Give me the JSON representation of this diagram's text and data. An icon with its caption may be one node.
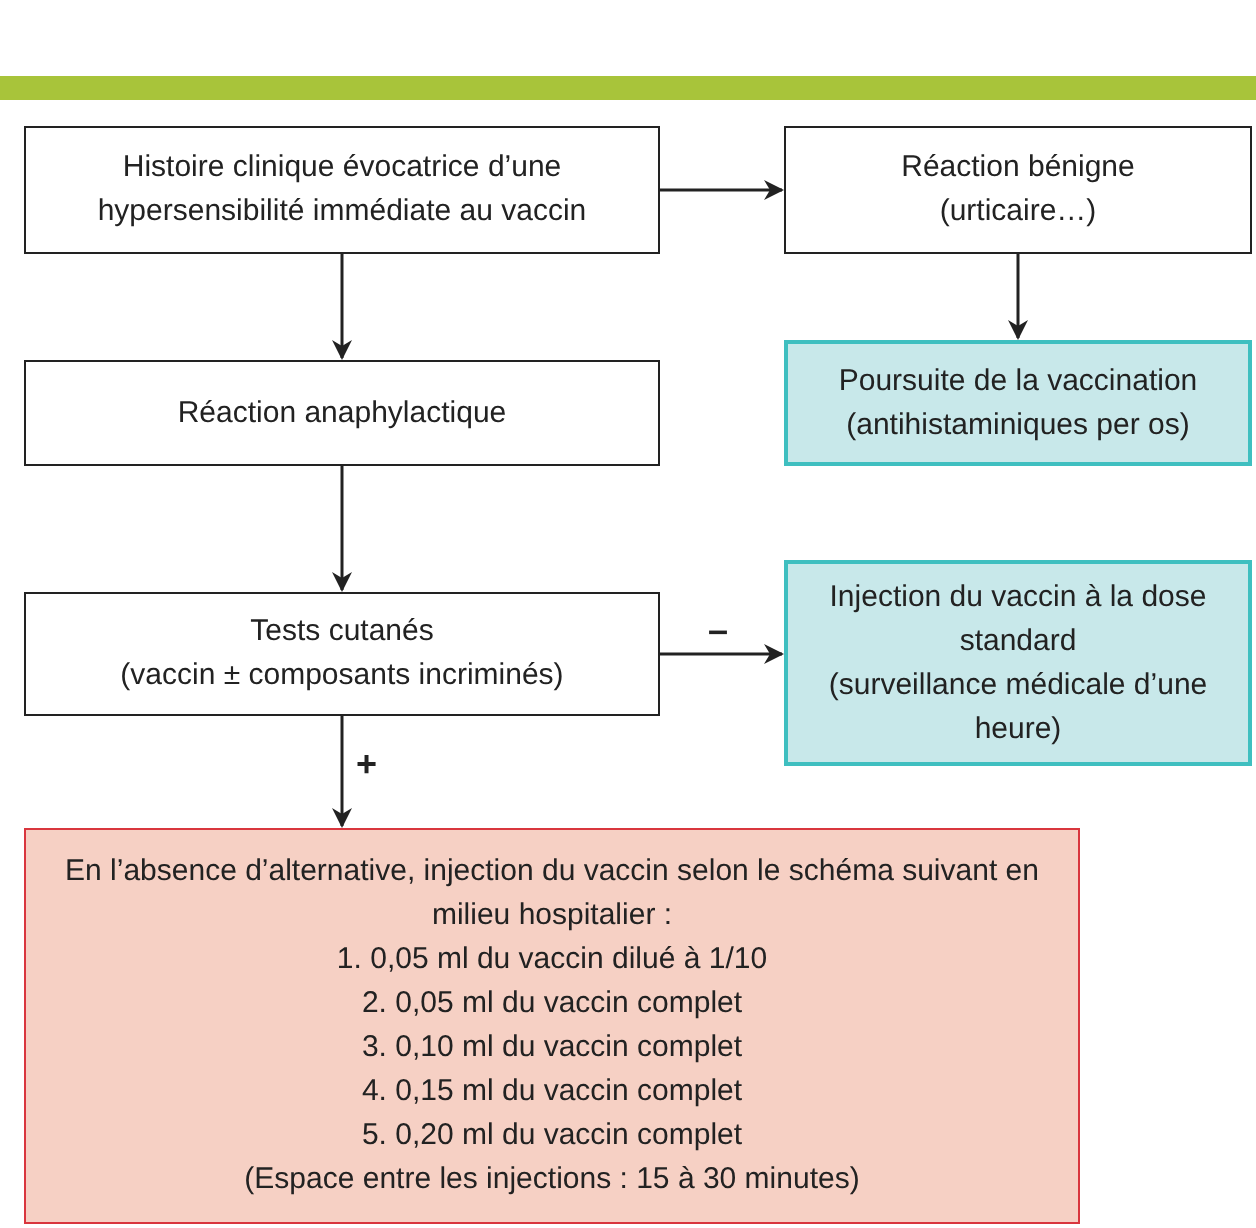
{
  "diagram": {
    "nodes": [
      {
        "text": [
          "Histoire clinique évocatrice d’une hypersensibilité immédiate au vaccin"
        ]
      },
      {
        "text": [
          "Réaction bénigne",
          "(urticaire…)"
        ]
      },
      {
        "text": [
          "Poursuite de la vaccination",
          "(antihistaminiques per os)"
        ]
      },
      {
        "text": [
          "Réaction anaphylactique"
        ]
      },
      {
        "text": [
          "Tests cutanés",
          "(vaccin ± composants incriminés)"
        ]
      },
      {
        "text": [
          "Injection du vaccin à la dose standard",
          "(surveillance médicale d’une heure)"
        ]
      },
      {
        "text": [
          "En l’absence d’alternative, injection du vaccin selon le schéma suivant en milieu hospitalier :",
          "1. 0,05 ml du vaccin dilué à 1/10",
          "2. 0,05 ml du vaccin complet",
          "3. 0,10 ml du vaccin complet",
          "4. 0,15 ml du vaccin complet",
          "5. 0,20 ml du vaccin complet",
          "(Espace entre les injections : 15 à 30 minutes)"
        ]
      }
    ],
    "edges": [
      {
        "from": 0,
        "to": 1,
        "arrow": "to"
      },
      {
        "from": 1,
        "to": 2,
        "arrow": "to"
      },
      {
        "from": 0,
        "to": 3,
        "arrow": "to"
      },
      {
        "from": 3,
        "to": 4,
        "arrow": "to"
      },
      {
        "from": 4,
        "to": 5,
        "label": "–",
        "arrow": "to"
      },
      {
        "from": 4,
        "to": 6,
        "label": "+",
        "arrow": "to"
      }
    ]
  }
}
